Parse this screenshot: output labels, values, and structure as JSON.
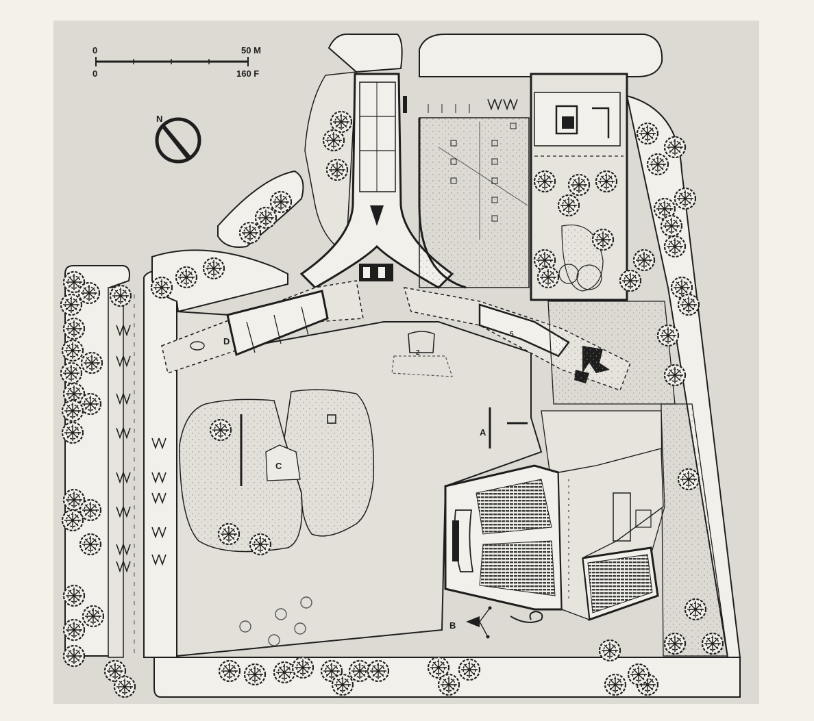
{
  "scale_bar": {
    "metric_start": "0",
    "metric_end": "50 M",
    "imperial_start": "0",
    "imperial_end": "160 F"
  },
  "north_arrow": {
    "label": "N"
  },
  "labels": {
    "A": "A",
    "B": "B",
    "C": "C",
    "D": "D",
    "num_2": "2",
    "num_5": "5"
  },
  "colors": {
    "paper": "#f4f1e8",
    "sheet": "#dcdad3",
    "ink": "#1e1e1e",
    "lawn": "#d2d0c8",
    "pavement": "#e2e0d8"
  }
}
